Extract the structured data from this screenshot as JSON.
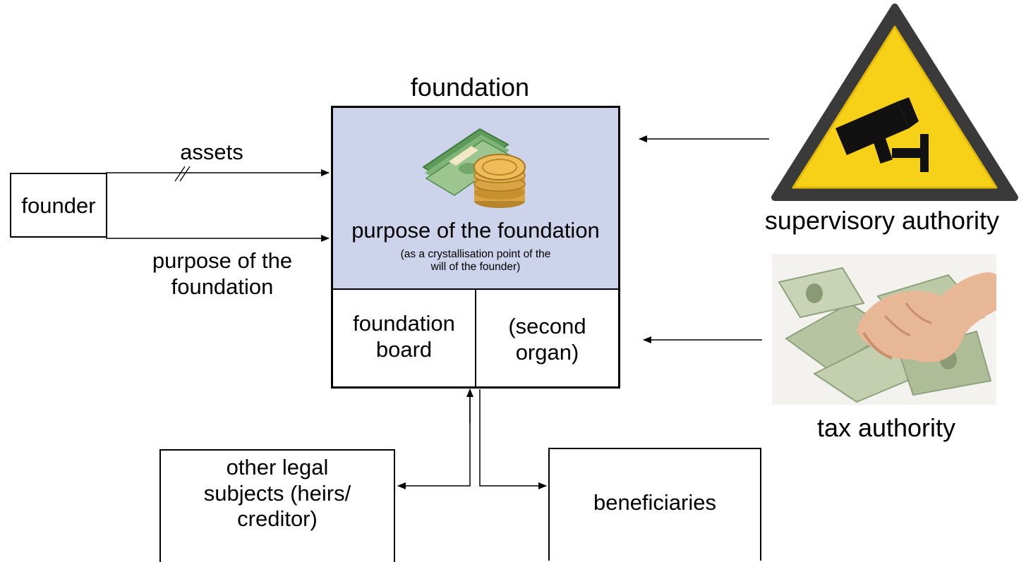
{
  "diagram": {
    "foundation_title": "foundation",
    "founder_label": "founder",
    "assets_label": "assets",
    "purpose_input_label": "purpose of the\nfoundation",
    "purpose_main": "purpose of the foundation",
    "purpose_note": "(as a crystallisation point of the\nwill of the founder)",
    "board_label": "foundation\nboard",
    "second_organ_label": "(second\norgan)",
    "other_subjects_label": "other legal\nsubjects (heirs/\ncreditor)",
    "beneficiaries_label": "beneficiaries",
    "supervisory_label": "supervisory authority",
    "tax_label": "tax authority"
  },
  "colors": {
    "purpose_fill": "#ccd3ea",
    "warning_yellow": "#f7d117",
    "money_green": "#8fb27c",
    "coin_gold": "#d9a441"
  },
  "icons": [
    "money-stack-icon",
    "cctv-warning-icon",
    "grabbing-money-photo"
  ]
}
